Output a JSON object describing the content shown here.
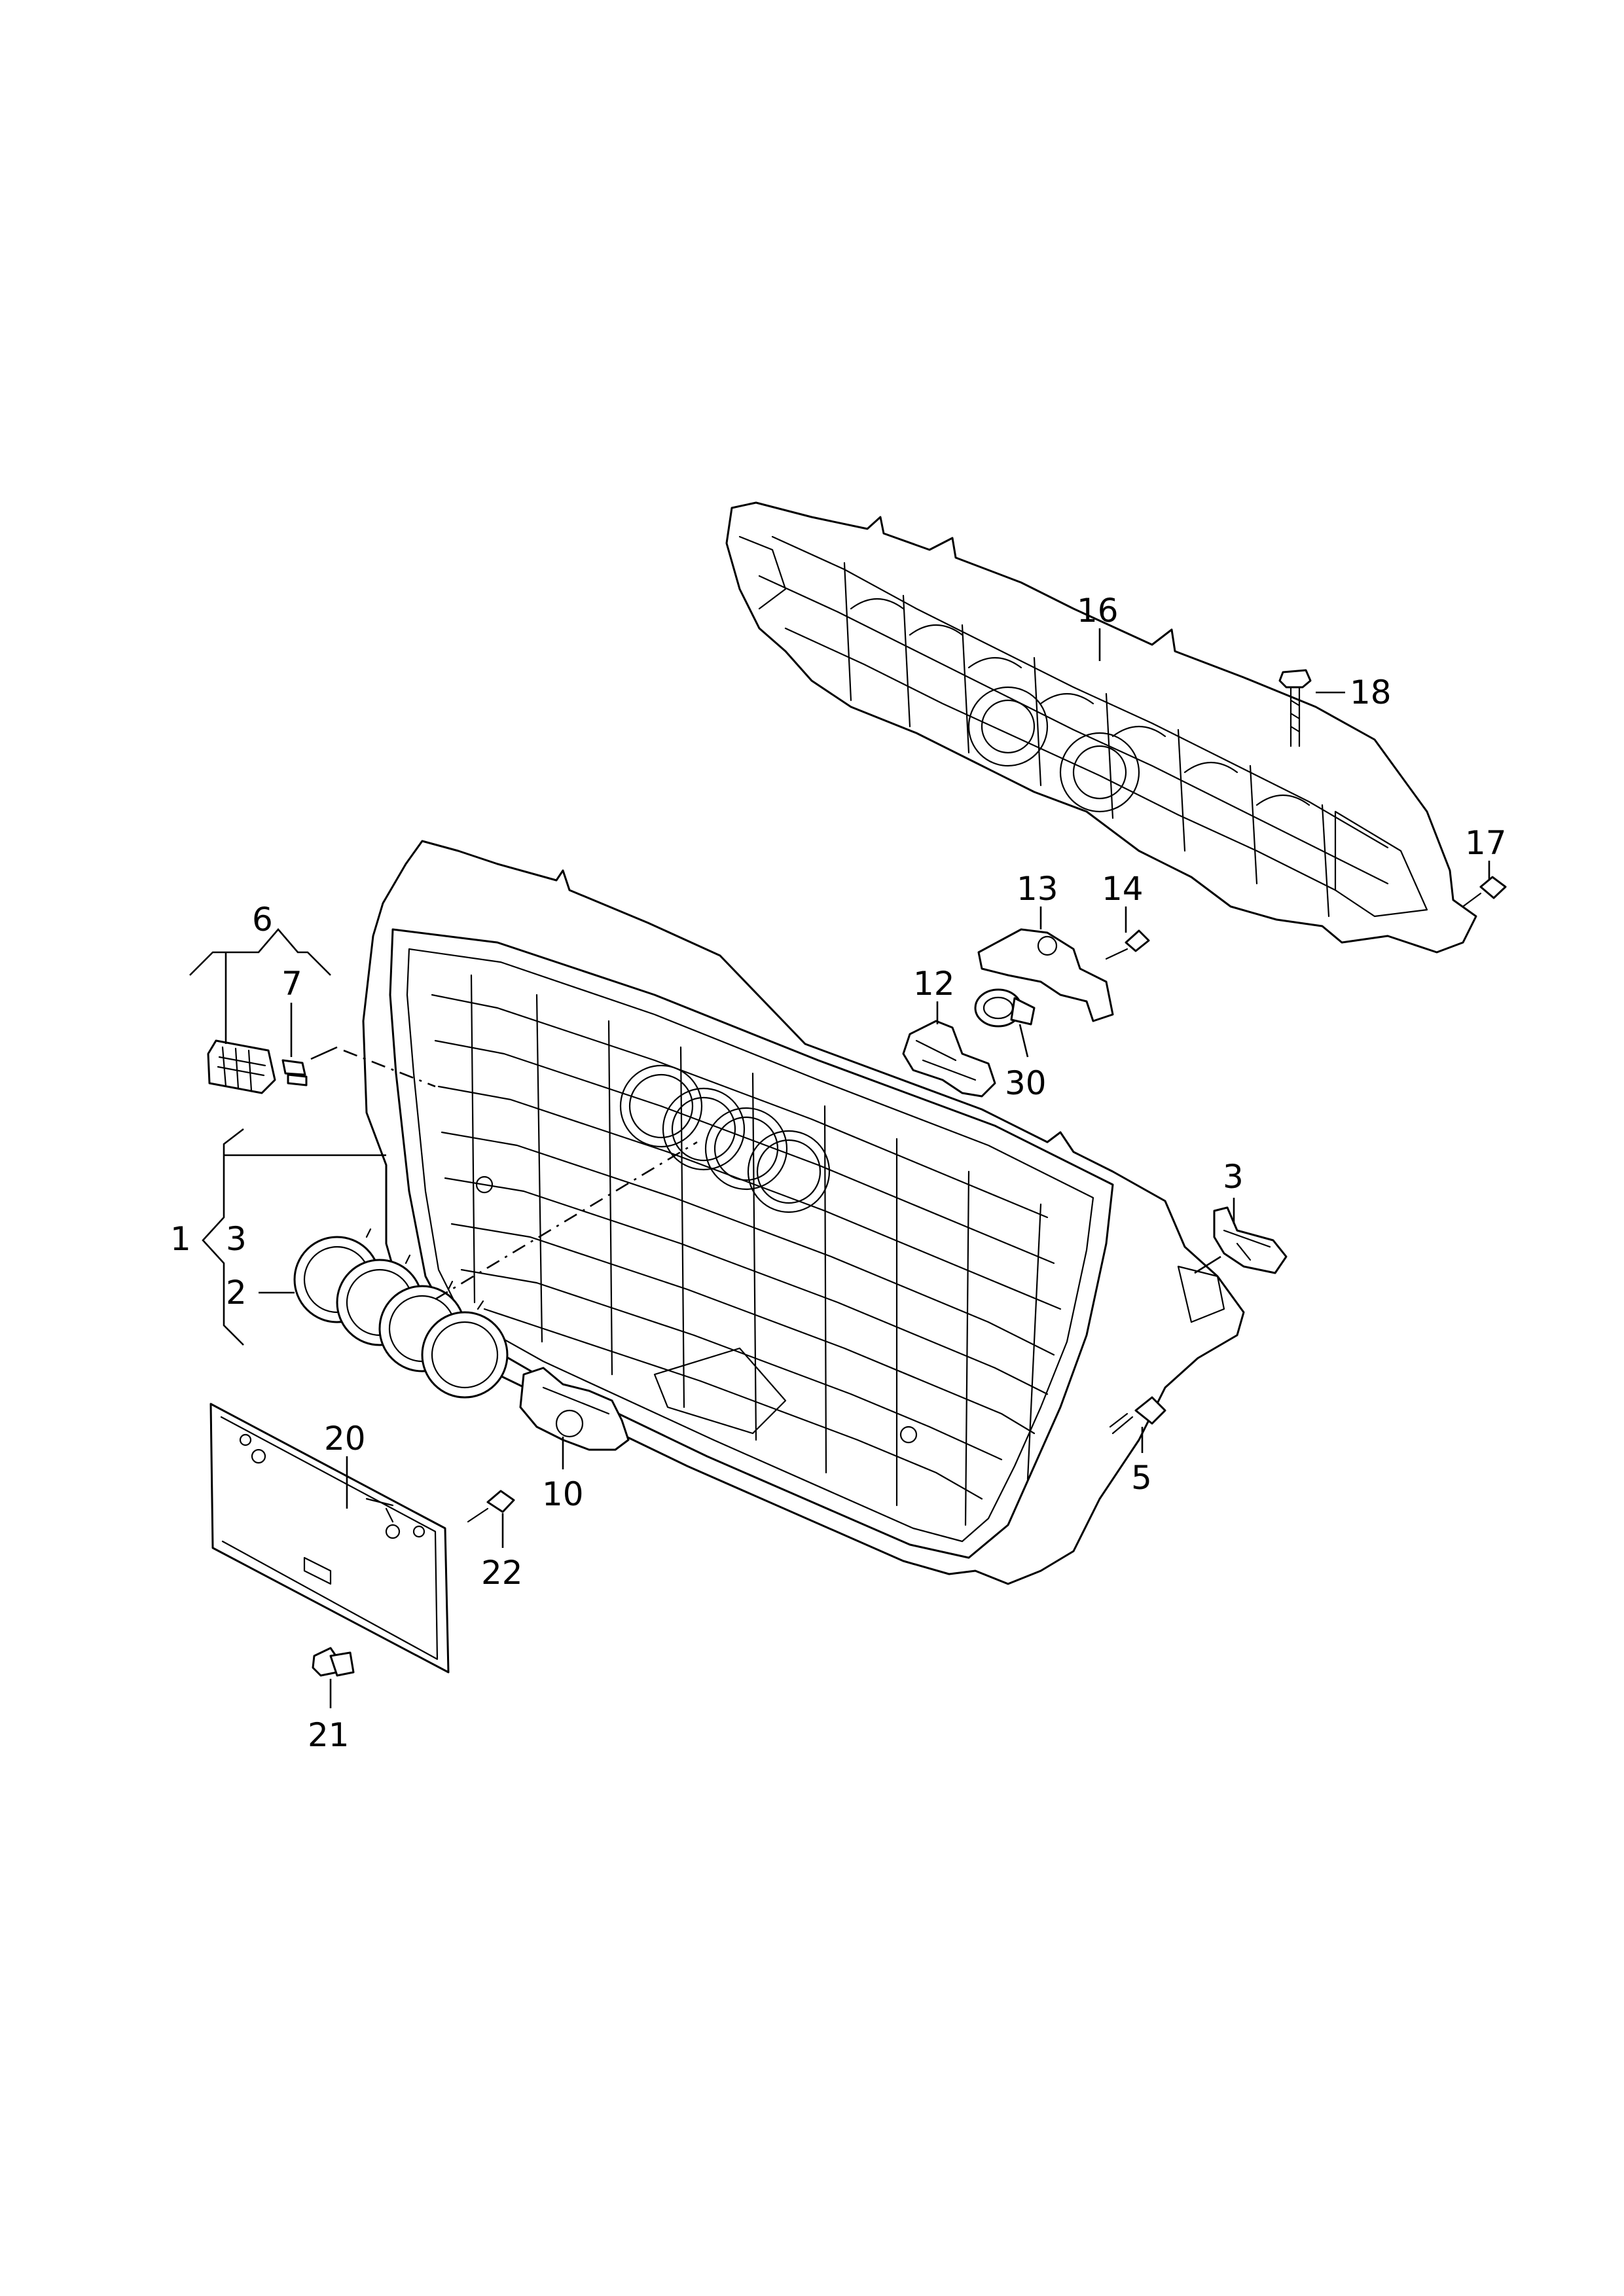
{
  "callouts": {
    "c1": "1",
    "c2": "2",
    "c3a": "3",
    "c3b": "3",
    "c5": "5",
    "c6": "6",
    "c7": "7",
    "c10": "10",
    "c12": "12",
    "c13": "13",
    "c14": "14",
    "c16": "16",
    "c17": "17",
    "c18": "18",
    "c20": "20",
    "c21": "21",
    "c22": "22",
    "c30": "30"
  },
  "colors": {
    "line": "#000000",
    "background": "#ffffff"
  }
}
